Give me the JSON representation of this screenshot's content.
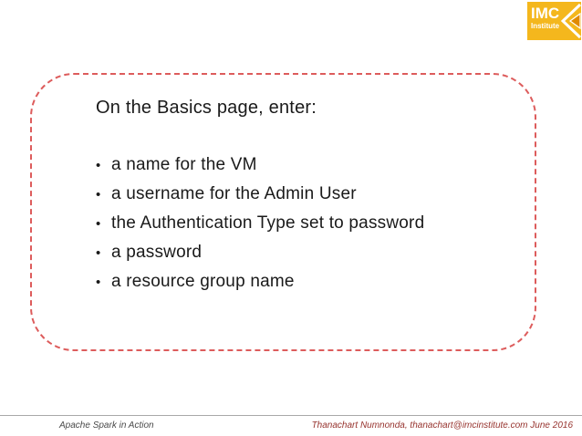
{
  "slide": {
    "title": "On the Basics page, enter:",
    "bullet_char": "•",
    "bullets": [
      "a name for the VM",
      "a username for the Admin User",
      "the Authentication Type set to password",
      "a password",
      "a resource group name"
    ]
  },
  "logo": {
    "line1": "IMC",
    "line2": "Institute",
    "bg_color": "#f4b71d",
    "chevron_outer_color": "#ffffff",
    "chevron_inner_color": "#e08a00",
    "text_color": "#ffffff"
  },
  "footer": {
    "left": "Apache Spark in Action",
    "right": "Thanachart Numnonda,  thanachart@imcinstitute.com  June 2016"
  },
  "colors": {
    "dashed_border": "#dd5c5c",
    "footer_divider": "#a9a9a9",
    "footer_left_text": "#4a4a4a",
    "footer_right_text": "#97342f",
    "body_text": "#1a1a1a",
    "background": "#ffffff"
  }
}
